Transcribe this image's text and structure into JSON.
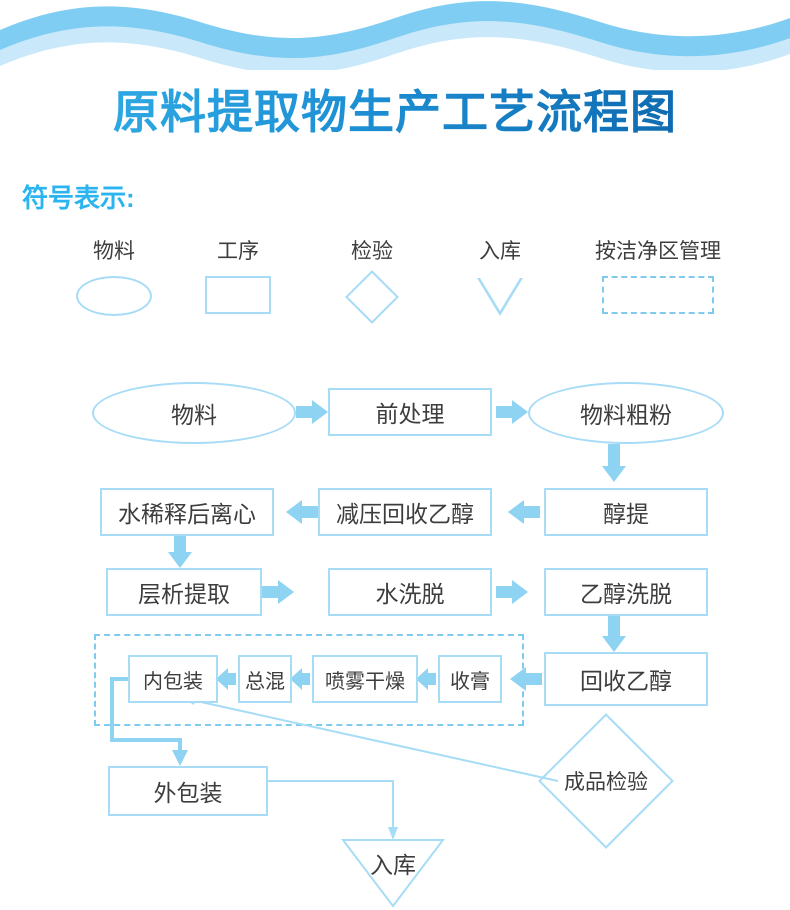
{
  "header": {
    "wave_colors": [
      "#7FCDF2",
      "#C9E9FA"
    ]
  },
  "title": {
    "text": "原料提取物生产工艺流程图",
    "gradient_from": "#35B3E9",
    "gradient_to": "#0A5FA4"
  },
  "legend": {
    "label": "符号表示:",
    "label_color": "#2BB4F0",
    "items": [
      {
        "caption": "物料",
        "shape": "ellipse"
      },
      {
        "caption": "工序",
        "shape": "rectangle"
      },
      {
        "caption": "检验",
        "shape": "diamond"
      },
      {
        "caption": "入库",
        "shape": "inverted-triangle"
      },
      {
        "caption": "按洁净区管理",
        "shape": "dashed-rectangle"
      }
    ]
  },
  "flow": {
    "line_color": "#A7DCF6",
    "text_color": "#3d3d3d",
    "nodes": [
      {
        "id": "material",
        "label": "物料",
        "shape": "ellipse"
      },
      {
        "id": "pretreat",
        "label": "前处理",
        "shape": "rectangle"
      },
      {
        "id": "coarse-powder",
        "label": "物料粗粉",
        "shape": "ellipse"
      },
      {
        "id": "alcohol-extract",
        "label": "醇提",
        "shape": "rectangle"
      },
      {
        "id": "vacuum-recover",
        "label": "减压回收乙醇",
        "shape": "rectangle"
      },
      {
        "id": "dilute-centrifuge",
        "label": "水稀释后离心",
        "shape": "rectangle"
      },
      {
        "id": "chromatography",
        "label": "层析提取",
        "shape": "rectangle"
      },
      {
        "id": "water-elute",
        "label": "水洗脱",
        "shape": "rectangle"
      },
      {
        "id": "ethanol-elute",
        "label": "乙醇洗脱",
        "shape": "rectangle"
      },
      {
        "id": "recover-ethanol",
        "label": "回收乙醇",
        "shape": "rectangle"
      },
      {
        "id": "collect-paste",
        "label": "收膏",
        "shape": "rectangle"
      },
      {
        "id": "spray-dry",
        "label": "喷雾干燥",
        "shape": "rectangle"
      },
      {
        "id": "final-mix",
        "label": "总混",
        "shape": "rectangle"
      },
      {
        "id": "inner-package",
        "label": "内包装",
        "shape": "rectangle"
      },
      {
        "id": "outer-package",
        "label": "外包装",
        "shape": "rectangle"
      },
      {
        "id": "product-check",
        "label": "成品检验",
        "shape": "diamond"
      },
      {
        "id": "warehouse",
        "label": "入库",
        "shape": "inverted-triangle"
      }
    ],
    "clean_zone": {
      "label": "按洁净区管理"
    },
    "edges": [
      {
        "from": "material",
        "to": "pretreat"
      },
      {
        "from": "pretreat",
        "to": "coarse-powder"
      },
      {
        "from": "coarse-powder",
        "to": "alcohol-extract"
      },
      {
        "from": "alcohol-extract",
        "to": "vacuum-recover"
      },
      {
        "from": "vacuum-recover",
        "to": "dilute-centrifuge"
      },
      {
        "from": "dilute-centrifuge",
        "to": "chromatography"
      },
      {
        "from": "chromatography",
        "to": "water-elute"
      },
      {
        "from": "water-elute",
        "to": "ethanol-elute"
      },
      {
        "from": "ethanol-elute",
        "to": "recover-ethanol"
      },
      {
        "from": "recover-ethanol",
        "to": "collect-paste"
      },
      {
        "from": "collect-paste",
        "to": "spray-dry"
      },
      {
        "from": "spray-dry",
        "to": "final-mix"
      },
      {
        "from": "final-mix",
        "to": "inner-package"
      },
      {
        "from": "inner-package",
        "to": "outer-package"
      },
      {
        "from": "outer-package",
        "to": "warehouse"
      },
      {
        "from": "product-check",
        "to": "inner-package"
      }
    ]
  }
}
